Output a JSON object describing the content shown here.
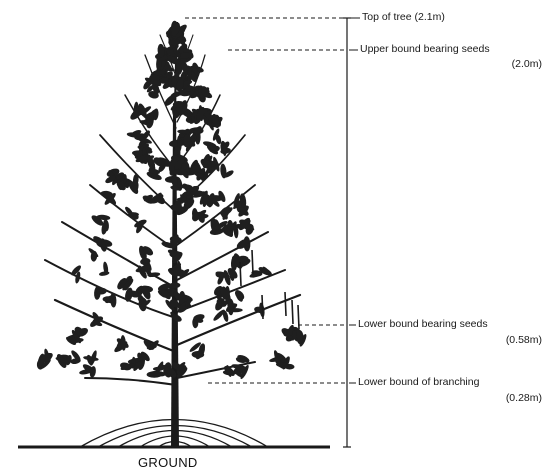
{
  "diagram": {
    "labels": {
      "top_of_tree": "Top of tree (2.1m)",
      "upper_bound_line1": "Upper bound bearing seeds",
      "upper_bound_line2": "(2.0m)",
      "lower_bound_seeds_line1": "Lower bound bearing seeds",
      "lower_bound_seeds_line2": "(0.58m)",
      "lower_bound_branching_line1": "Lower bound of branching",
      "lower_bound_branching_line2": "(0.28m)",
      "ground": "GROUND"
    },
    "colors": {
      "ink": "#1a1a1a",
      "background": "#ffffff"
    }
  }
}
